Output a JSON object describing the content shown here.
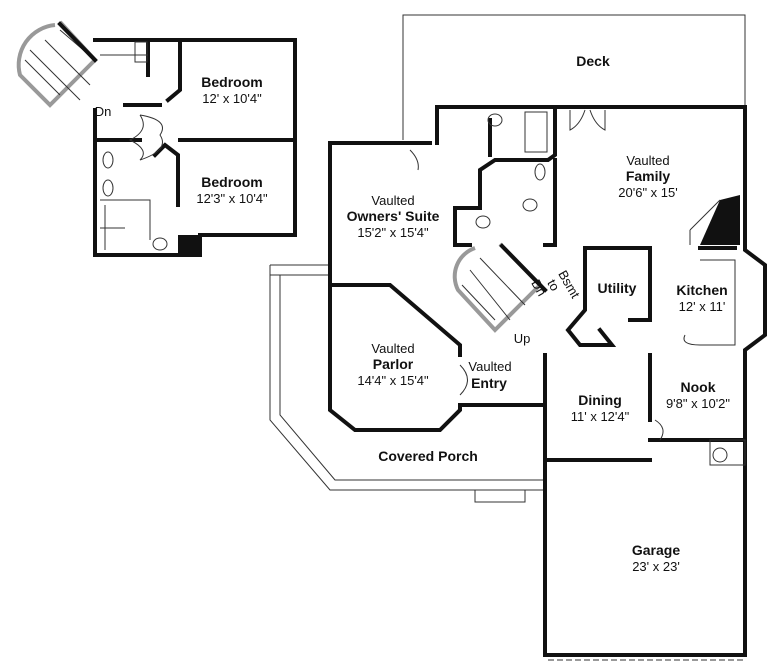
{
  "upper_floor": {
    "stairs_label": "Dn",
    "rooms": [
      {
        "name": "Bedroom",
        "size": "12' x 10'4\""
      },
      {
        "name": "Bedroom",
        "size": "12'3\" x 10'4\""
      }
    ]
  },
  "main_floor": {
    "deck": "Deck",
    "family": {
      "prefix": "Vaulted",
      "name": "Family",
      "size": "20'6\" x 15'"
    },
    "owners_suite": {
      "prefix": "Vaulted",
      "name": "Owners' Suite",
      "size": "15'2\" x 15'4\""
    },
    "parlor": {
      "prefix": "Vaulted",
      "name": "Parlor",
      "size": "14'4\" x 15'4\""
    },
    "entry": {
      "prefix": "Vaulted",
      "name": "Entry"
    },
    "utility": {
      "name": "Utility"
    },
    "kitchen": {
      "name": "Kitchen",
      "size": "12' x 11'"
    },
    "dining": {
      "name": "Dining",
      "size": "11' x 12'4\""
    },
    "nook": {
      "name": "Nook",
      "size": "9'8\" x 10'2\""
    },
    "porch": {
      "name": "Covered Porch"
    },
    "garage": {
      "name": "Garage",
      "size": "23' x 23'"
    },
    "stairs_up": "Up",
    "stairs_down": [
      "Dn",
      "to",
      "Bsmt"
    ]
  }
}
